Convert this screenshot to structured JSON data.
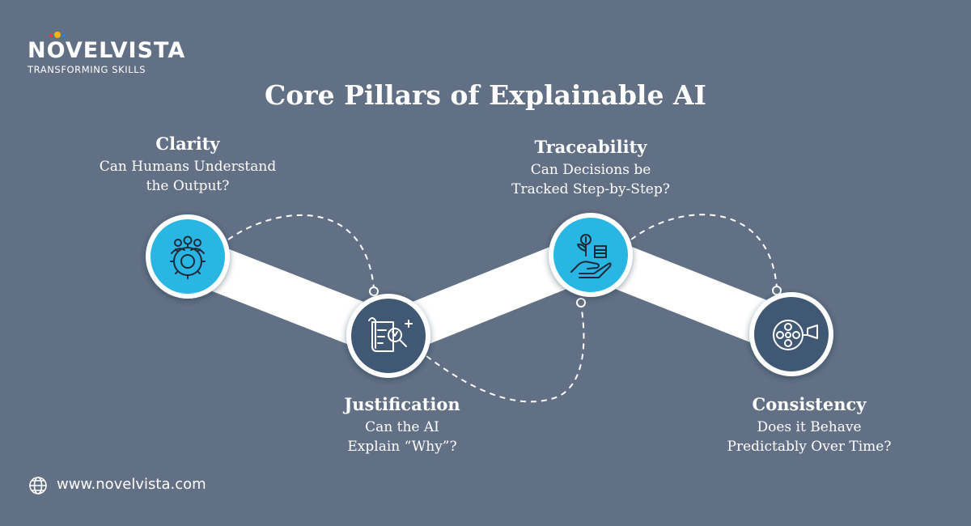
{
  "brand": {
    "name": "NOVELVISTA",
    "tagline": "TRANSFORMING SKILLS"
  },
  "title": "Core Pillars of Explainable AI",
  "pillars": [
    {
      "heading": "Clarity",
      "question_line1": "Can Humans Understand",
      "question_line2": "the Output?",
      "icon": "team-gear-icon"
    },
    {
      "heading": "Justification",
      "question_line1": "Can the AI",
      "question_line2": "Explain “Why”?",
      "icon": "document-search-icon"
    },
    {
      "heading": "Traceability",
      "question_line1": "Can Decisions be",
      "question_line2": "Tracked Step-by-Step?",
      "icon": "hand-money-icon"
    },
    {
      "heading": "Consistency",
      "question_line1": "Does it Behave",
      "question_line2": "Predictably Over Time?",
      "icon": "film-reel-icon"
    }
  ],
  "footer": {
    "url": "www.novelvista.com",
    "icon": "globe-icon"
  },
  "colors": {
    "background": "#627085",
    "circle_light": "#2cb6e3",
    "circle_dark": "#3f5873",
    "path": "#ffffff",
    "ring": "#ffffff"
  }
}
